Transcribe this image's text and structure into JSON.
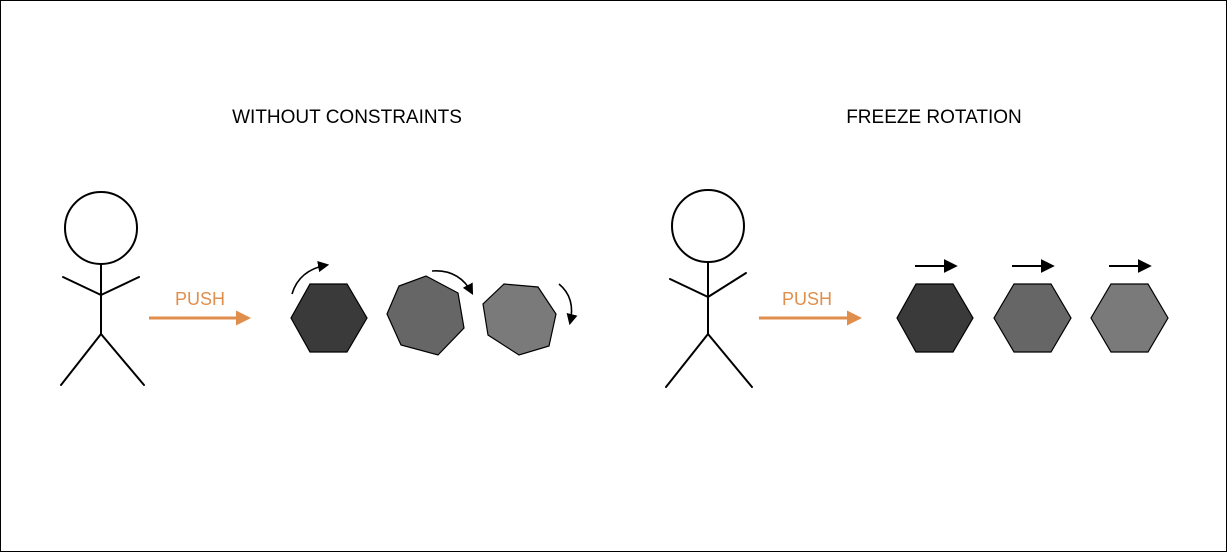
{
  "panels": [
    {
      "title": "WITHOUT CONSTRAINTS",
      "push_label": "PUSH",
      "motion": "rotating",
      "shape_colors": [
        "#3a3a3a",
        "#666666",
        "#7a7a7a"
      ]
    },
    {
      "title": "FREEZE ROTATION",
      "push_label": "PUSH",
      "motion": "translating",
      "shape_colors": [
        "#3a3a3a",
        "#666666",
        "#7a7a7a"
      ]
    }
  ],
  "colors": {
    "push_arrow": "#e08e4c",
    "hex_outline": "#000000"
  }
}
